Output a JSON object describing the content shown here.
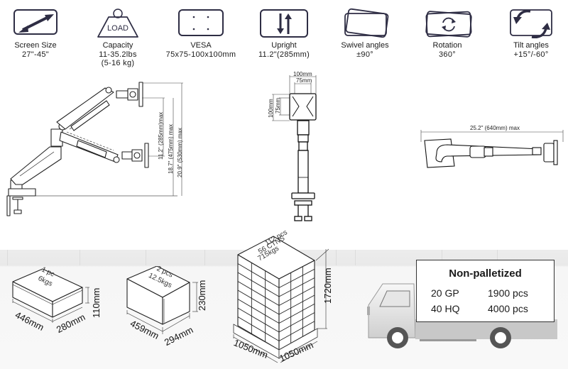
{
  "features": [
    {
      "icon": "diagonal-arrow-icon",
      "label": "Screen Size",
      "value": "27\"-45\"",
      "value2": ""
    },
    {
      "icon": "load-weight-icon",
      "icon_text": "LOAD",
      "label": "Capacity",
      "value": "11-35.2lbs",
      "value2": "(5-16 kg)"
    },
    {
      "icon": "vesa-pattern-icon",
      "label": "VESA",
      "value": "75x75-100x100mm",
      "value2": ""
    },
    {
      "icon": "up-down-arrows-icon",
      "label": "Upright",
      "value": "11.2\"(285mm)",
      "value2": ""
    },
    {
      "icon": "swivel-icon",
      "label": "Swivel angles",
      "value": "±90°",
      "value2": ""
    },
    {
      "icon": "rotation-icon",
      "label": "Rotation",
      "value": "360°",
      "value2": ""
    },
    {
      "icon": "tilt-icon",
      "label": "Tilt angles",
      "value": "+15°/-60°",
      "value2": ""
    }
  ],
  "side_view": {
    "dims": [
      "11.2\" (285mm)max",
      "18.7\" (475mm) max",
      "20.9\" (530mm) max"
    ]
  },
  "front_view": {
    "vesa_outer": "100mm",
    "vesa_inner": "75mm",
    "vesa_outer_v": "100mm",
    "vesa_inner_v": "75mm"
  },
  "top_view": {
    "reach": "25.2\" (640mm) max"
  },
  "packages": [
    {
      "name": "single-box",
      "text1": "1 pc",
      "text2": "6kgs",
      "length": "446mm",
      "width": "280mm",
      "height": "110mm"
    },
    {
      "name": "double-box",
      "text1": "2 pcs",
      "text2": "12.5kgs",
      "length": "459mm",
      "width": "294mm",
      "height": "230mm"
    },
    {
      "name": "pallet",
      "text1": "112 pcs",
      "text2": "56 CTNS",
      "text3": "715kgs",
      "length": "1050mm",
      "width": "1050mm",
      "height": "1720mm"
    }
  ],
  "shipping": {
    "title": "Non-palletized",
    "rows": [
      {
        "container": "20 GP",
        "qty": "1900 pcs"
      },
      {
        "container": "40 HQ",
        "qty": "4000 pcs"
      }
    ]
  },
  "colors": {
    "icon": "#2e2d44",
    "line": "#333333"
  }
}
